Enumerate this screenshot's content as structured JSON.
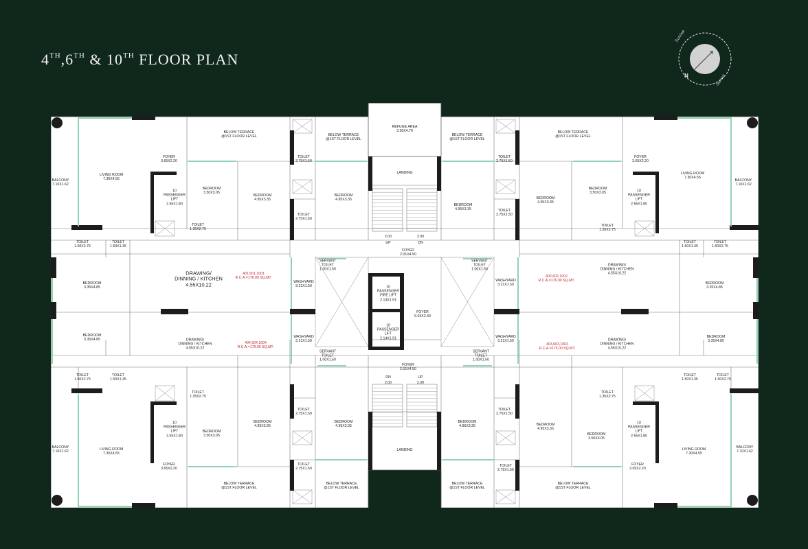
{
  "title": {
    "main_a": "4",
    "sup_a": "TH",
    "main_b": ",6",
    "sup_b": "TH",
    "main_c": " & 10",
    "sup_c": "TH",
    "main_d": " FLOOR PLAN"
  },
  "compass": {
    "north": "N",
    "sunrise": "Sunrise",
    "sunset": "Sunset"
  },
  "colors": {
    "background": "#10271c",
    "plan_floor": "#ffffff",
    "wall": "#1a1a1a",
    "window": "#8fd3b2",
    "rca_text": "#c0262d"
  },
  "rooms": [
    {
      "id": "refuge",
      "name": "REFUGE AREA",
      "dim": "3.30X4.70"
    },
    {
      "id": "landing-top",
      "name": "LANDING",
      "dim": ""
    },
    {
      "id": "landing-bottom",
      "name": "LANDING",
      "dim": ""
    },
    {
      "id": "bt-tl",
      "name": "BELOW TERRACE\n@1ST FLOOR LEVEL",
      "dim": ""
    },
    {
      "id": "bt-tc1",
      "name": "BELOW TERRACE\n@1ST FLOOR LEVEL",
      "dim": ""
    },
    {
      "id": "bt-tc2",
      "name": "BELOW TERRACE\n@1ST FLOOR LEVEL",
      "dim": ""
    },
    {
      "id": "bt-tr",
      "name": "BELOW TERRACE\n@1ST FLOOR LEVEL",
      "dim": ""
    },
    {
      "id": "bt-bl",
      "name": "BELOW TERRACE\n@1ST FLOOR LEVEL",
      "dim": ""
    },
    {
      "id": "bt-bc1",
      "name": "BELOW TERRACE\n@1ST FLOOR LEVEL",
      "dim": ""
    },
    {
      "id": "bt-bc2",
      "name": "BELOW TERRACE\n@1ST FLOOR LEVEL",
      "dim": ""
    },
    {
      "id": "bt-br",
      "name": "BELOW TERRACE\n@1ST FLOOR LEVEL",
      "dim": ""
    },
    {
      "id": "balcony-tl",
      "name": "BALCONY",
      "dim": "7.10X1.62"
    },
    {
      "id": "balcony-tr",
      "name": "BALCONY",
      "dim": "7.10X1.62"
    },
    {
      "id": "balcony-bl",
      "name": "BALCONY",
      "dim": "7.10X1.62"
    },
    {
      "id": "balcony-br",
      "name": "BALCONY",
      "dim": "7.10X1.62"
    },
    {
      "id": "living-tl",
      "name": "LIVING ROOM",
      "dim": "7.30X4.55"
    },
    {
      "id": "living-tr",
      "name": "LIVING ROOM",
      "dim": "7.30X4.55"
    },
    {
      "id": "living-bl",
      "name": "LIVING ROOM",
      "dim": "7.30X4.55"
    },
    {
      "id": "living-br",
      "name": "LIVING ROOM",
      "dim": "7.30X4.55"
    },
    {
      "id": "foyer-tl",
      "name": "FOYER",
      "dim": "3.65X2.20"
    },
    {
      "id": "foyer-tr",
      "name": "FOYER",
      "dim": "3.65X2.20"
    },
    {
      "id": "foyer-bl",
      "name": "FOYER",
      "dim": "3.65X2.20"
    },
    {
      "id": "foyer-br",
      "name": "FOYER",
      "dim": "3.65X2.20"
    },
    {
      "id": "lift-tl",
      "name": "10\nPASSENGER\nLIFT",
      "dim": "2.55X1.80"
    },
    {
      "id": "lift-tr",
      "name": "10\nPASSENGER\nLIFT",
      "dim": "2.55X1.80"
    },
    {
      "id": "lift-bl",
      "name": "10\nPASSENGER\nLIFT",
      "dim": "2.55X1.80"
    },
    {
      "id": "lift-br",
      "name": "10\nPASSENGER\nLIFT",
      "dim": "2.55X1.80"
    },
    {
      "id": "toilet-tl-a",
      "name": "TOILET",
      "dim": "1.35X2.75"
    },
    {
      "id": "toilet-tr-a",
      "name": "TOILET",
      "dim": "1.35X2.75"
    },
    {
      "id": "toilet-bl-a",
      "name": "TOILET",
      "dim": "1.35X2.75"
    },
    {
      "id": "toilet-br-a",
      "name": "TOILET",
      "dim": "1.35X2.75"
    },
    {
      "id": "bed-tl-a",
      "name": "BEDROOM",
      "dim": "3.50X3.05"
    },
    {
      "id": "bed-tr-a",
      "name": "BEDROOM",
      "dim": "3.50X3.05"
    },
    {
      "id": "bed-bl-a",
      "name": "BEDROOM",
      "dim": "3.50X3.05"
    },
    {
      "id": "bed-br-a",
      "name": "BEDROOM",
      "dim": "3.50X3.05"
    },
    {
      "id": "bed-tl-b",
      "name": "BEDROOM",
      "dim": "4.95X3.35"
    },
    {
      "id": "bed-tr-b",
      "name": "BEDROOM",
      "dim": "4.95X3.35"
    },
    {
      "id": "bed-bl-b",
      "name": "BEDROOM",
      "dim": "4.95X3.35"
    },
    {
      "id": "bed-br-b",
      "name": "BEDROOM",
      "dim": "4.95X3.35"
    },
    {
      "id": "bed-tc-l",
      "name": "BEDROOM",
      "dim": "4.95X3.35"
    },
    {
      "id": "bed-tc-r",
      "name": "BEDROOM",
      "dim": "4.95X3.35"
    },
    {
      "id": "bed-bc-l",
      "name": "BEDROOM",
      "dim": "4.95X3.35"
    },
    {
      "id": "bed-bc-r",
      "name": "BEDROOM",
      "dim": "4.95X3.35"
    },
    {
      "id": "toilet-tc-l1",
      "name": "TOILET",
      "dim": "2.75X1.50"
    },
    {
      "id": "toilet-tc-l2",
      "name": "TOILET",
      "dim": "2.75X1.50"
    },
    {
      "id": "toilet-tc-r1",
      "name": "TOILET",
      "dim": "2.75X1.50"
    },
    {
      "id": "toilet-tc-r2",
      "name": "TOILET",
      "dim": "2.75X1.50"
    },
    {
      "id": "toilet-bc-l1",
      "name": "TOILET",
      "dim": "2.75X1.50"
    },
    {
      "id": "toilet-bc-l2",
      "name": "TOILET",
      "dim": "2.75X1.50"
    },
    {
      "id": "toilet-bc-r1",
      "name": "TOILET",
      "dim": "2.75X1.50"
    },
    {
      "id": "toilet-bc-r2",
      "name": "TOILET",
      "dim": "2.75X1.50"
    },
    {
      "id": "toilet-ml1-a",
      "name": "TOILET",
      "dim": "1.50X2.75"
    },
    {
      "id": "toilet-ml1-b",
      "name": "TOILET",
      "dim": "1.50X1.35"
    },
    {
      "id": "toilet-ml2-a",
      "name": "TOILET",
      "dim": "1.50X2.75"
    },
    {
      "id": "toilet-ml2-b",
      "name": "TOILET",
      "dim": "1.50X1.35"
    },
    {
      "id": "toilet-mr1-a",
      "name": "TOILET",
      "dim": "1.50X1.35"
    },
    {
      "id": "toilet-mr1-b",
      "name": "TOILET",
      "dim": "1.50X2.75"
    },
    {
      "id": "toilet-mr2-a",
      "name": "TOILET",
      "dim": "1.50X1.35"
    },
    {
      "id": "toilet-mr2-b",
      "name": "TOILET",
      "dim": "1.50X2.75"
    },
    {
      "id": "bed-ml1",
      "name": "BEDROOM",
      "dim": "3.35X4.85"
    },
    {
      "id": "bed-ml2",
      "name": "BEDROOM",
      "dim": "3.35X4.85"
    },
    {
      "id": "bed-mr1",
      "name": "BEDROOM",
      "dim": "3.35X4.85"
    },
    {
      "id": "bed-mr2",
      "name": "BEDROOM",
      "dim": "3.35X4.85"
    },
    {
      "id": "ddk-l1",
      "name": "DRAWING/\nDINNING / KITCHEN",
      "dim": "4.55X10.22",
      "big": true
    },
    {
      "id": "ddk-l2",
      "name": "DRAWING/\nDINNING / KITCHEN",
      "dim": "4.55X10.22"
    },
    {
      "id": "ddk-r1",
      "name": "DRAWING/\nDINNING / KITCHEN",
      "dim": "4.55X10.22"
    },
    {
      "id": "ddk-r2",
      "name": "DRAWING/\nDINNING / KITCHEN",
      "dim": "4.55X10.22"
    },
    {
      "id": "wash-l1",
      "name": "WASHYARD",
      "dim": "3.21X1.50"
    },
    {
      "id": "wash-l2",
      "name": "WASHYARD",
      "dim": "3.21X1.50"
    },
    {
      "id": "wash-r1",
      "name": "WASHYARD",
      "dim": "3.21X1.50"
    },
    {
      "id": "wash-r2",
      "name": "WASHYARD",
      "dim": "3.21X1.50"
    },
    {
      "id": "st-l1",
      "name": "SERVANT\nTOILET",
      "dim": "1.00X1.50"
    },
    {
      "id": "st-l2",
      "name": "SERVANT\nTOILET",
      "dim": "1.00X1.50"
    },
    {
      "id": "st-r1",
      "name": "SERVANT\nTOILET",
      "dim": "1.00X1.50"
    },
    {
      "id": "st-r2",
      "name": "SERVANT\nTOILET",
      "dim": "1.00X1.50"
    },
    {
      "id": "fire-lift",
      "name": "10\nPASSENGER\nFIRE LIFT",
      "dim": "2.14X1.91"
    },
    {
      "id": "pass-lift",
      "name": "10\nPASSENGER\nLIFT",
      "dim": "2.14X1.91"
    },
    {
      "id": "foyer-ct",
      "name": "FOYER",
      "dim": "2.01X4.50"
    },
    {
      "id": "foyer-cc",
      "name": "FOYER",
      "dim": "5.03X2.30"
    },
    {
      "id": "foyer-cb",
      "name": "FOYER",
      "dim": "2.01X4.50"
    }
  ],
  "rca_labels": [
    {
      "id": "rca-l1",
      "units": "401,601,1001",
      "area": "R.C.A.=176.00 SQ.MT."
    },
    {
      "id": "rca-l2",
      "units": "404,604,1004",
      "area": "R.C.A.=176.00 SQ.MT."
    },
    {
      "id": "rca-r1",
      "units": "402,602,1002",
      "area": "R.C.A.=176.00 SQ.MT."
    },
    {
      "id": "rca-r2",
      "units": "403,603,1003",
      "area": "R.C.A.=176.00 SQ.MT."
    }
  ],
  "stairs": {
    "top": {
      "left_dim": "2.00",
      "right_dim": "2.00",
      "left_dir": "UP",
      "right_dir": "DN"
    },
    "bottom": {
      "left_dim": "2.00",
      "right_dim": "2.00",
      "left_dir": "DN",
      "right_dir": "UP"
    }
  }
}
